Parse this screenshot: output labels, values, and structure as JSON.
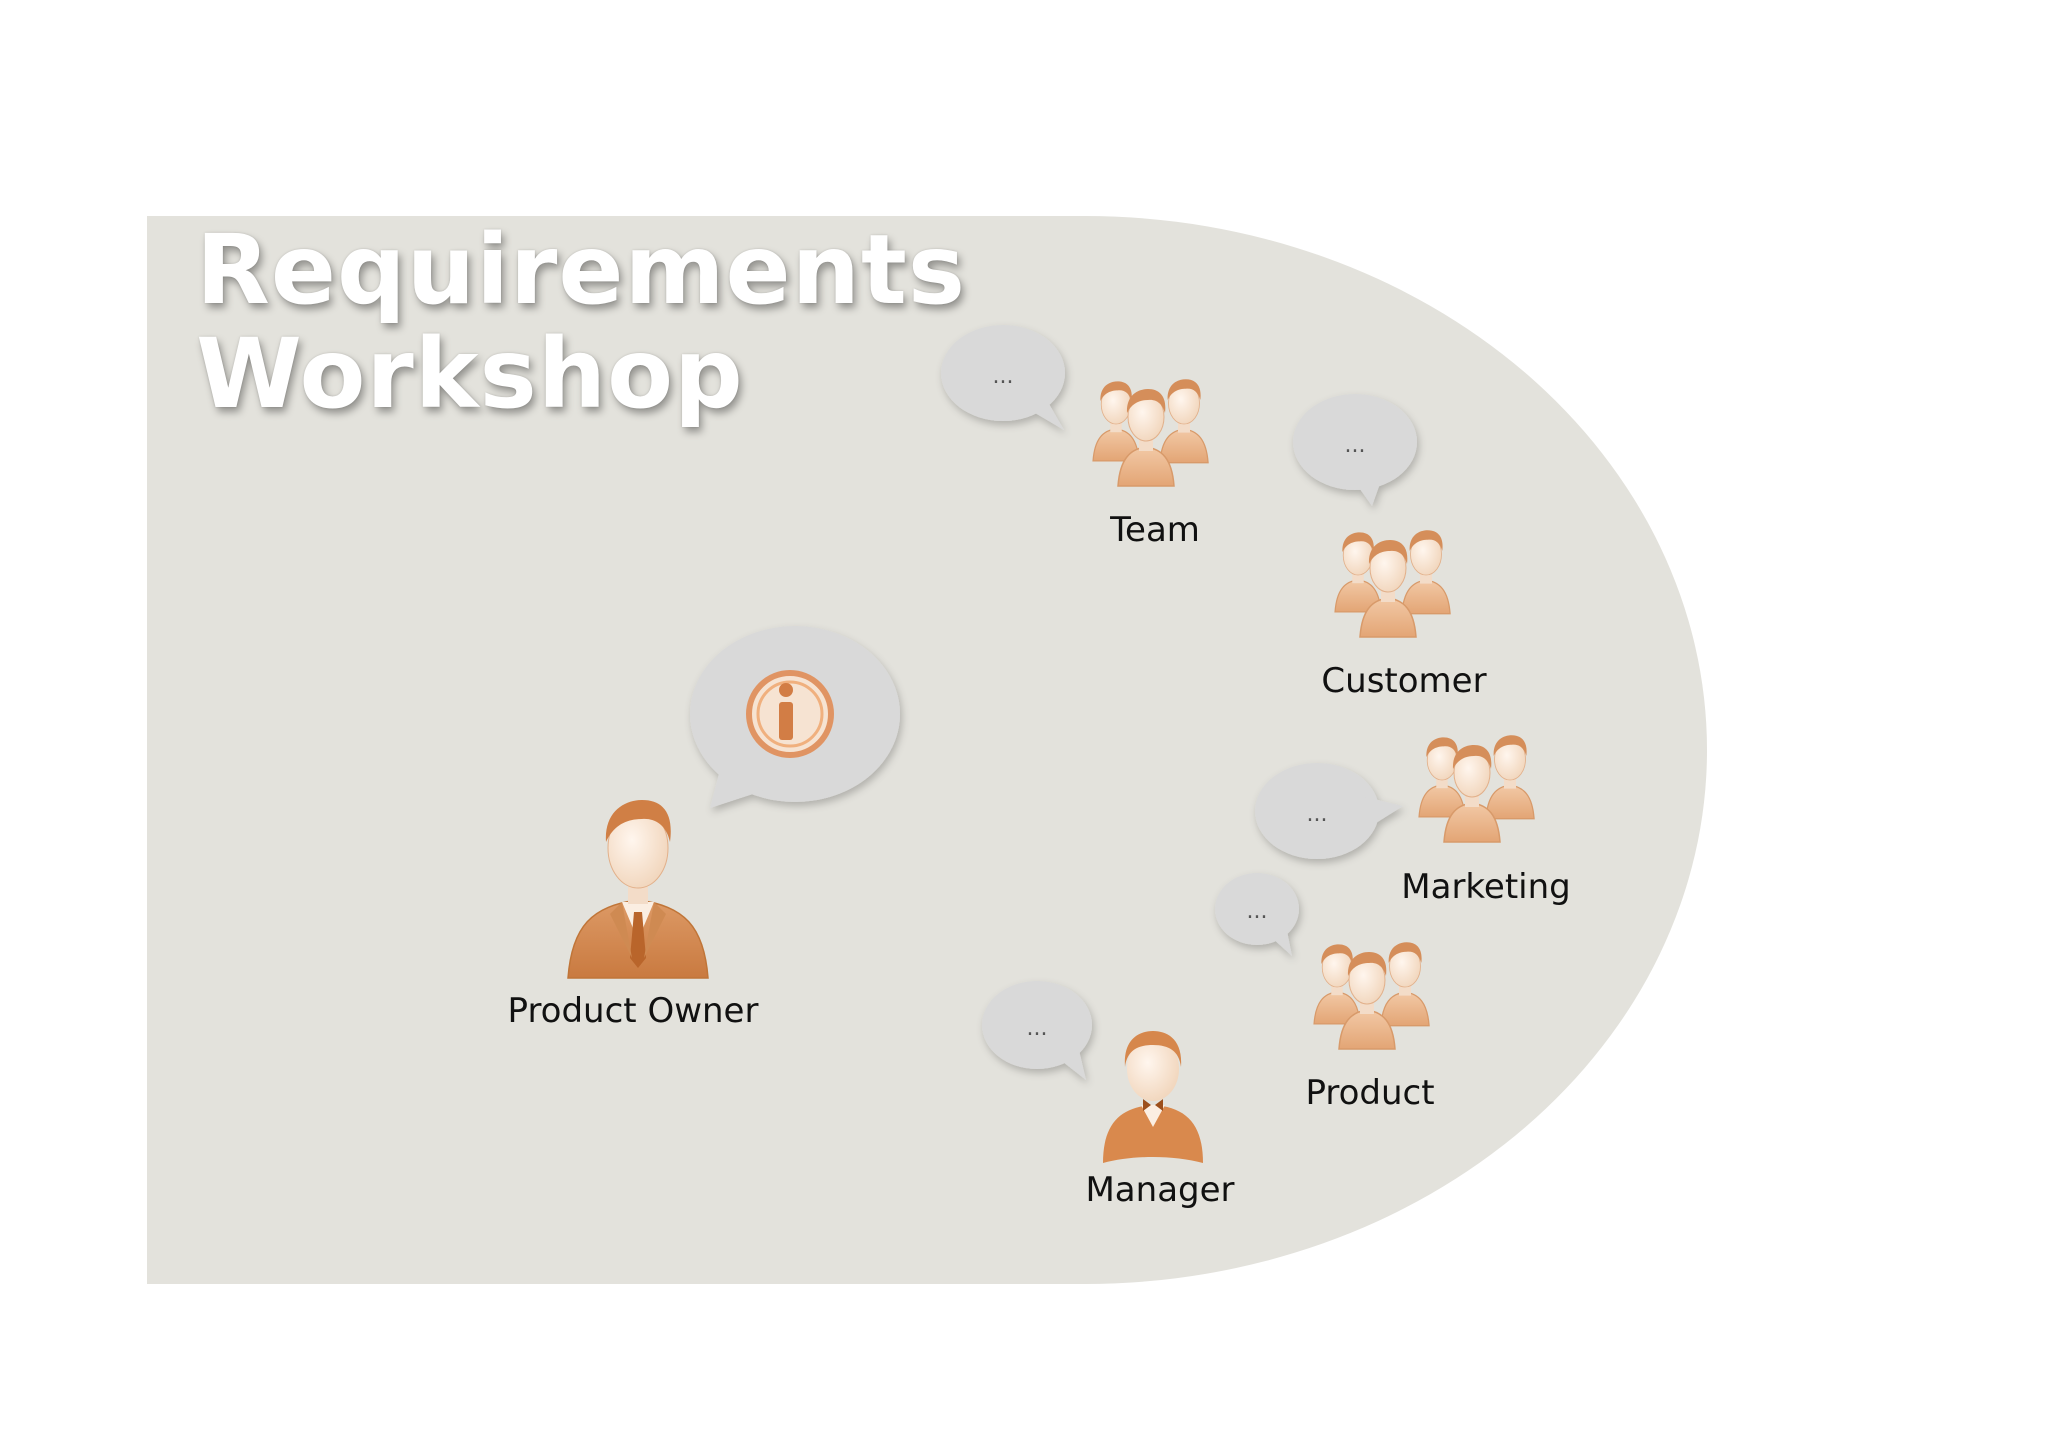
{
  "title": {
    "line1": "Requirements",
    "line2": "Workshop"
  },
  "colors": {
    "panel": "#e3e2dc",
    "bubble": "#d9d9d9",
    "person_dark": "#d2864c",
    "person_light": "#eec7a3",
    "face": "#fbeee2",
    "title_text": "#ffffff"
  },
  "bubble_text": "...",
  "participants": [
    {
      "id": "product-owner",
      "label": "Product Owner",
      "icon": "person-icon",
      "bubble": "info-icon"
    },
    {
      "id": "team",
      "label": "Team",
      "icon": "group-icon",
      "bubble": "..."
    },
    {
      "id": "customer",
      "label": "Customer",
      "icon": "group-icon",
      "bubble": "..."
    },
    {
      "id": "marketing",
      "label": "Marketing",
      "icon": "group-icon",
      "bubble": "..."
    },
    {
      "id": "product",
      "label": "Product",
      "icon": "group-icon",
      "bubble": "..."
    },
    {
      "id": "manager",
      "label": "Manager",
      "icon": "manager-icon",
      "bubble": "..."
    }
  ]
}
